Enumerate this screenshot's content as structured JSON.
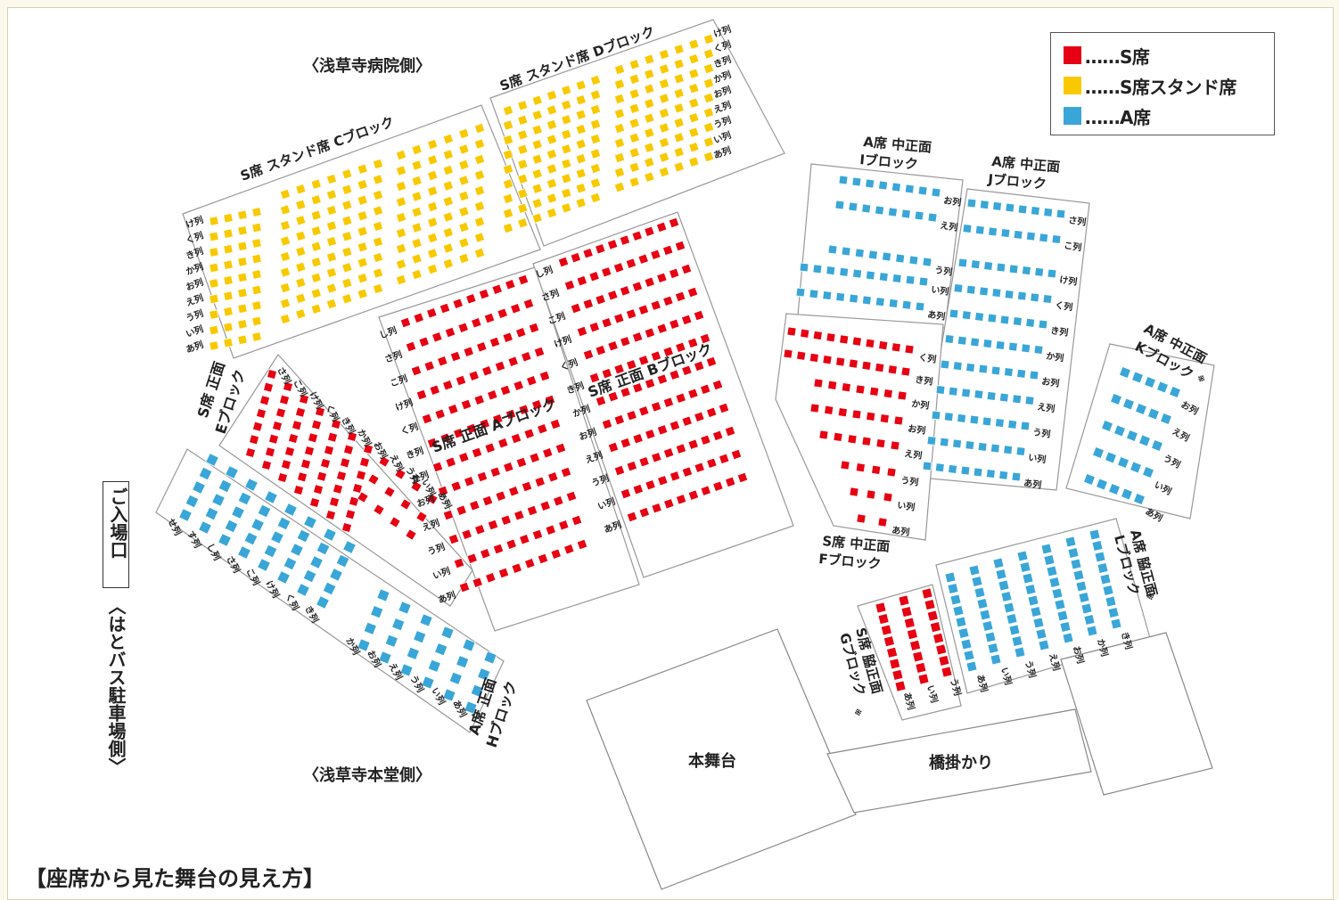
{
  "legend": {
    "items": [
      {
        "label": "……S席",
        "color": "#e60012"
      },
      {
        "label": "……S席スタンド席",
        "color": "#f9c900"
      },
      {
        "label": "……A席",
        "color": "#3aa6d8"
      }
    ]
  },
  "colors": {
    "s": "#e60012",
    "stand": "#f9c900",
    "a": "#3aa6d8"
  },
  "side_labels": {
    "hospital_side": "〈浅草寺病院側〉",
    "hondo_side": "〈浅草寺本堂側〉",
    "entrance": "ご入場口",
    "hato_bus": "〈はとバス駐車場側〉"
  },
  "stage": {
    "main": "本舞台",
    "bridge": "橋掛かり"
  },
  "bottom_title": "【座席から見た舞台の見え方】",
  "blocks": {
    "C": {
      "title": "S席 スタンド席 Cブロック",
      "rows": [
        "け列",
        "く列",
        "き列",
        "か列",
        "お列",
        "え列",
        "う列",
        "い列",
        "あ列"
      ]
    },
    "D": {
      "title": "S席 スタンド席 Dブロック",
      "rows": [
        "け列",
        "く列",
        "き列",
        "か列",
        "お列",
        "え列",
        "う列",
        "い列",
        "あ列"
      ]
    },
    "A": {
      "title": "S席 正面 Aブロック",
      "rows": [
        "し列",
        "さ列",
        "こ列",
        "け列",
        "く列",
        "き列",
        "か列",
        "お列",
        "え列",
        "う列",
        "い列",
        "あ列"
      ]
    },
    "B": {
      "title": "S席 正面 Bブロック",
      "rows": [
        "し列",
        "さ列",
        "こ列",
        "け列",
        "く列",
        "き列",
        "か列",
        "お列",
        "え列",
        "う列",
        "い列",
        "あ列"
      ]
    },
    "E": {
      "title1": "S席 正面",
      "title2": "Eブロック",
      "rows": [
        "さ列",
        "こ列",
        "け列",
        "く列",
        "き列",
        "か列",
        "お列",
        "え列",
        "う列",
        "い列",
        "あ列"
      ]
    },
    "H": {
      "title1": "A席 正面",
      "title2": "Hブロック",
      "rows_left": [
        "せ列",
        "す列",
        "し列",
        "さ列",
        "こ列",
        "け列",
        "く列",
        "き列"
      ],
      "rows_right": [
        "か列",
        "お列",
        "え列",
        "う列",
        "い列",
        "あ列"
      ]
    },
    "I": {
      "title1": "A席 中正面",
      "title2": "Iブロック",
      "rows": [
        "お列",
        "え列",
        "う列",
        "い列",
        "あ列"
      ]
    },
    "J": {
      "title1": "A席 中正面",
      "title2": "Jブロック",
      "rows": [
        "さ列",
        "こ列",
        "け列",
        "く列",
        "き列",
        "か列",
        "お列",
        "え列",
        "う列",
        "い列",
        "あ列"
      ]
    },
    "F": {
      "title1": "S席 中正面",
      "title2": "Fブロック",
      "rows": [
        "く列",
        "き列",
        "か列",
        "お列",
        "え列",
        "う列",
        "い列",
        "あ列"
      ]
    },
    "K": {
      "title1": "A席 中正面",
      "title2": "Kブロック",
      "note": "※",
      "rows": [
        "お列",
        "え列",
        "う列",
        "い列",
        "あ列"
      ]
    },
    "L": {
      "title1": "A席 脇正面",
      "title2": "Lブロック",
      "note": "※",
      "rows": [
        "き列",
        "か列",
        "お列",
        "え列",
        "う列",
        "い列",
        "あ列"
      ]
    },
    "G": {
      "title1": "S席 脇正面",
      "title2": "Gブロック",
      "note": "※",
      "rows": [
        "う列",
        "い列",
        "あ列"
      ]
    }
  }
}
